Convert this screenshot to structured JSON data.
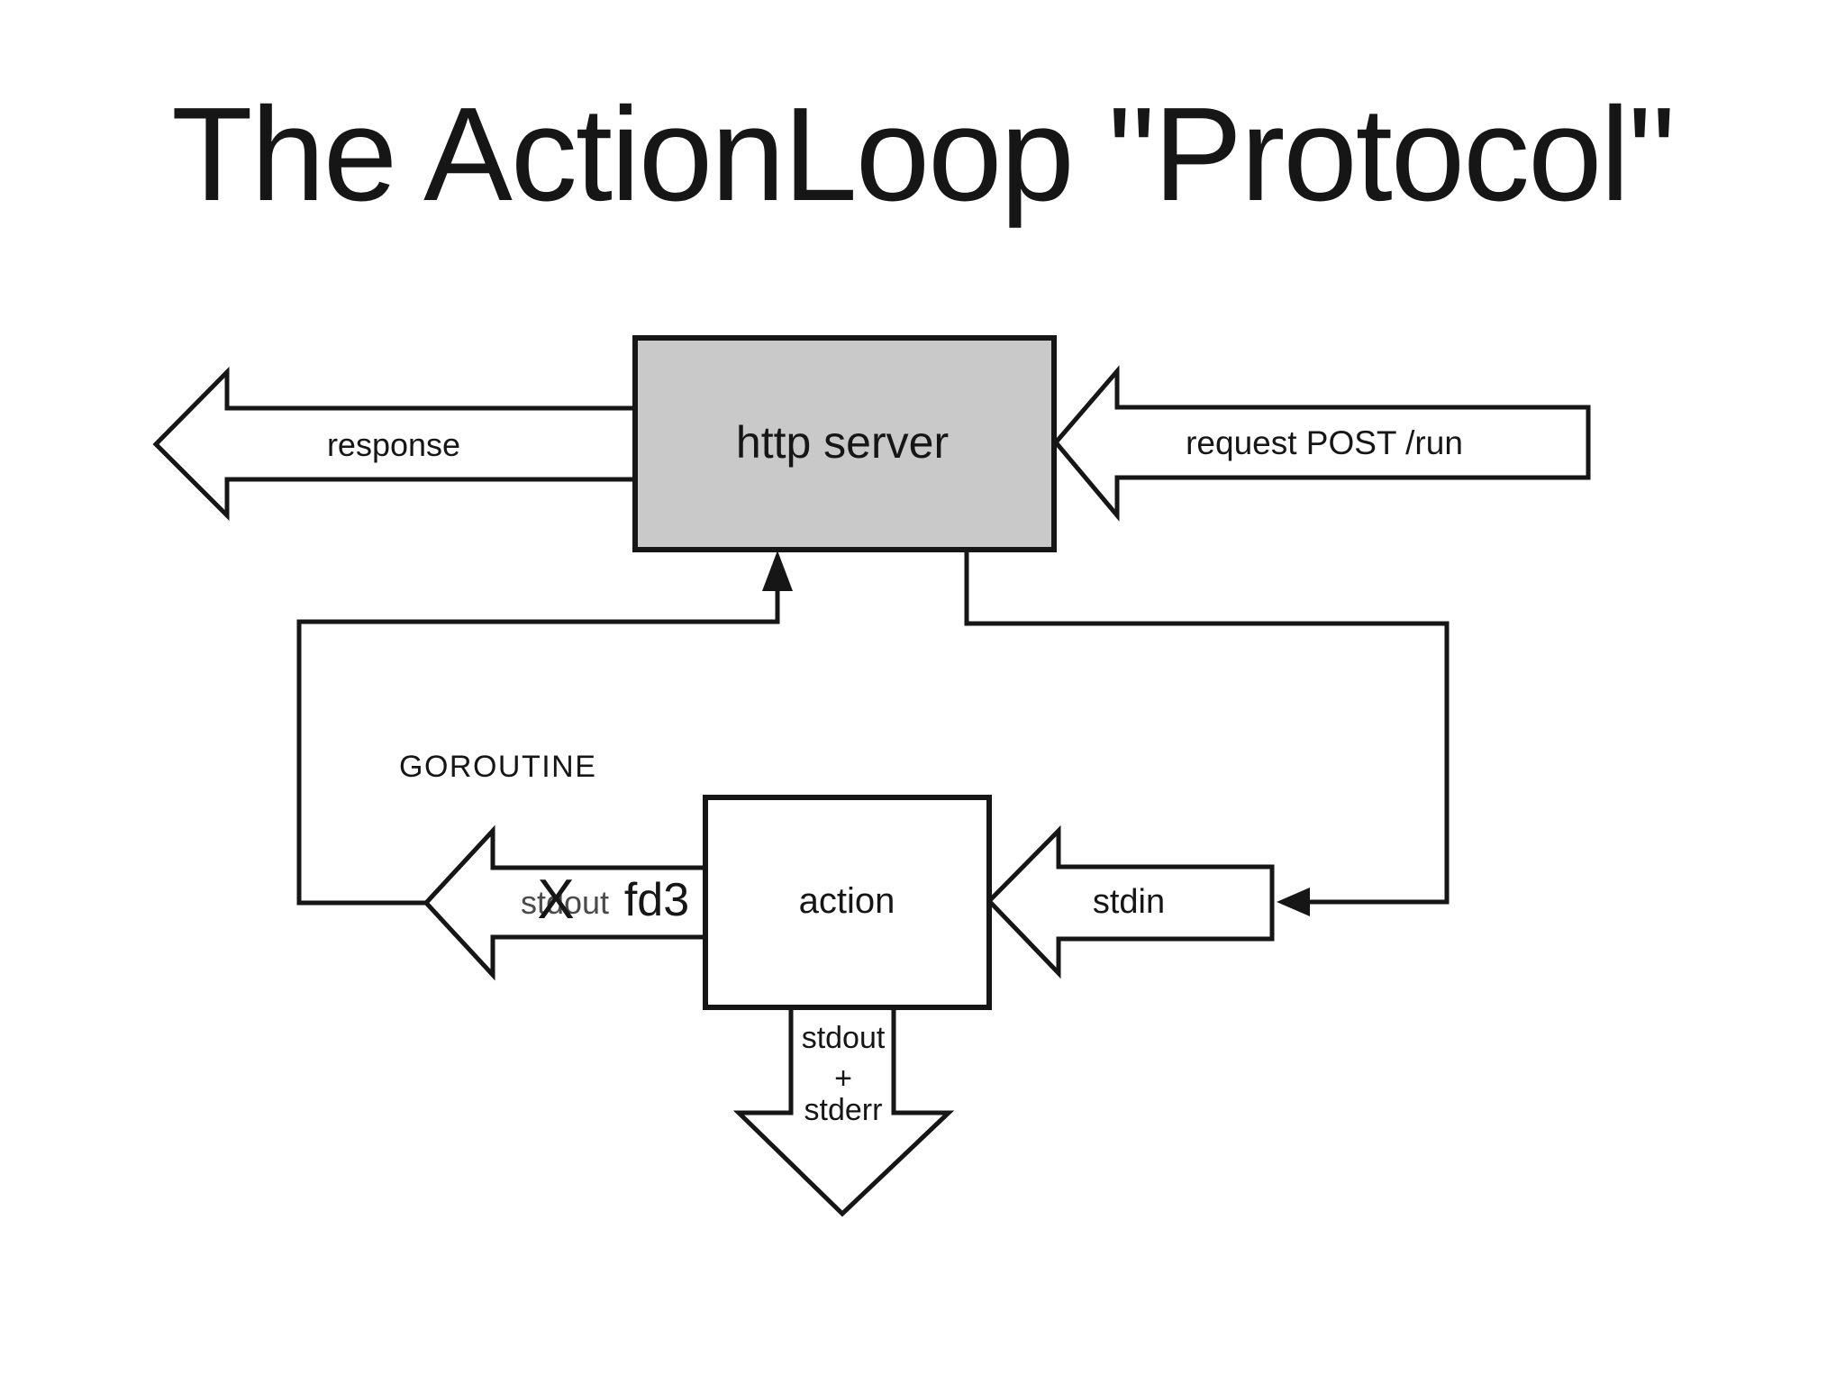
{
  "title": "The ActionLoop \"Protocol\"",
  "nodes": {
    "http_server": {
      "label": "http server"
    },
    "action": {
      "label": "action"
    }
  },
  "labels": {
    "goroutine": "GOROUTINE",
    "response": "response",
    "request": "request POST /run",
    "stdin": "stdin",
    "stdout_crossed": "stdout",
    "cross_mark": "X",
    "fd3": "fd3",
    "bottom_line1": "stdout",
    "bottom_plus": "+",
    "bottom_line2": "stderr"
  },
  "colors": {
    "background": "#ffffff",
    "line": "#161616",
    "box_fill": "#c9c9c9",
    "arrow_fill": "#ffffff",
    "crossed_text": "#4a4a4a"
  }
}
